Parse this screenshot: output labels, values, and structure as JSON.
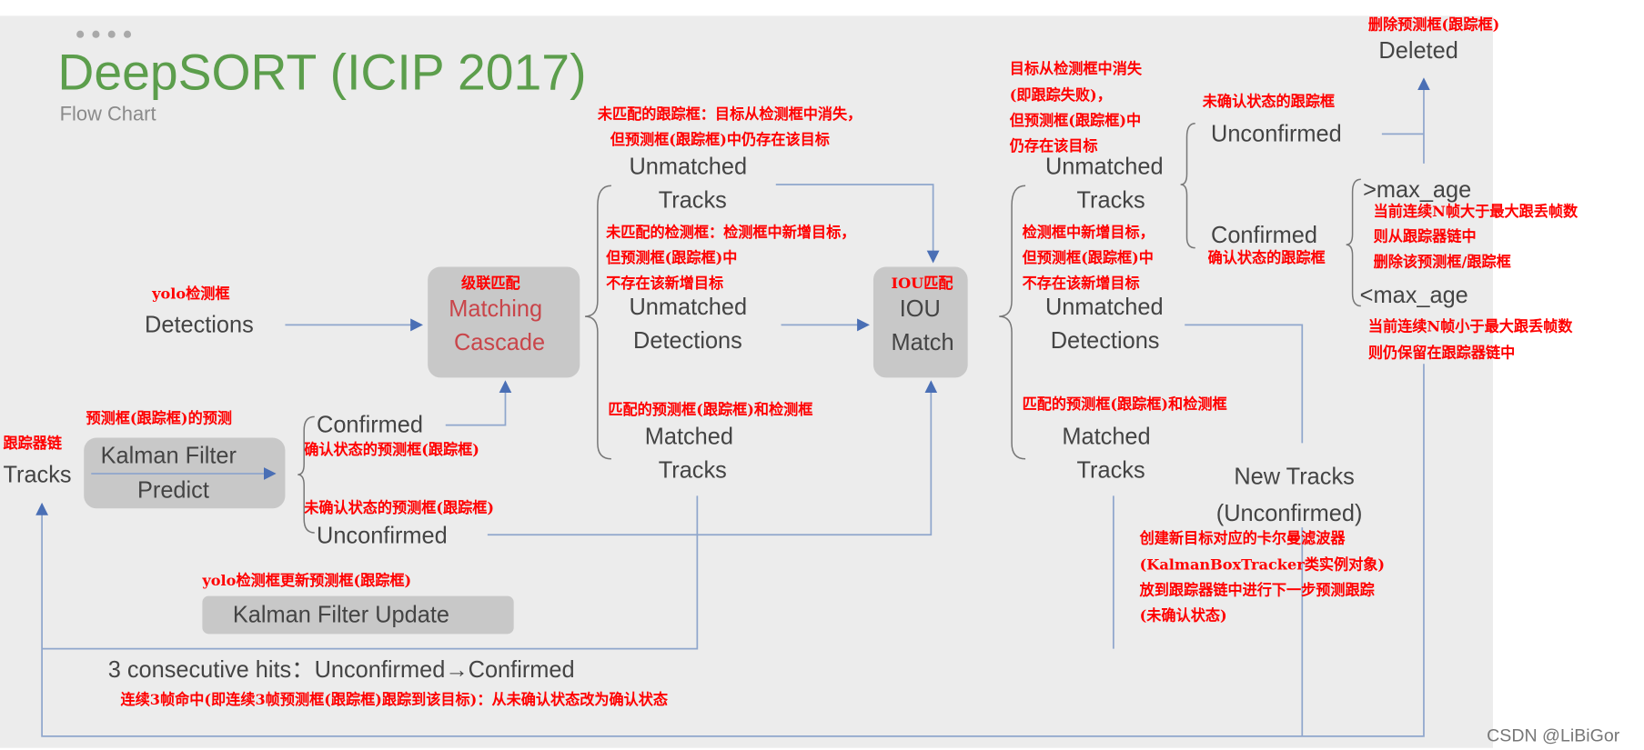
{
  "header": {
    "title": "DeepSORT (ICIP 2017)",
    "subtitle": "Flow Chart"
  },
  "colors": {
    "title": "#5c9e4c",
    "annotation": "#ff0000",
    "arrow": "#8fa6cc",
    "box": "#c8c8c8",
    "matching_text": "#c9454a"
  },
  "nodes": {
    "detections": "Detections",
    "matching": [
      "Matching",
      "Cascade"
    ],
    "iou": [
      "IOU",
      "Match"
    ],
    "tracks": "Tracks",
    "kf_predict": [
      "Kalman Filter",
      "Predict"
    ],
    "kf_update": "Kalman Filter Update",
    "confirmed_left": "Confirmed",
    "unconfirmed_left": "Unconfirmed",
    "unmatched_tracks_1": [
      "Unmatched",
      "Tracks"
    ],
    "unmatched_detections_1": [
      "Unmatched",
      "Detections"
    ],
    "matched_tracks_1": [
      "Matched",
      "Tracks"
    ],
    "unmatched_tracks_2": [
      "Unmatched",
      "Tracks"
    ],
    "unmatched_detections_2": [
      "Unmatched",
      "Detections"
    ],
    "matched_tracks_2": [
      "Matched",
      "Tracks"
    ],
    "unconfirmed_right": "Unconfirmed",
    "confirmed_right": "Confirmed",
    "deleted": "Deleted",
    "gt_max_age": ">max_age",
    "lt_max_age": "<max_age",
    "new_tracks": [
      "New Tracks",
      "(Unconfirmed)"
    ],
    "consecutive": "3 consecutive hits：Unconfirmed→Confirmed"
  },
  "annotations": {
    "yolo_det": "yolo检测框",
    "cascade": "级联匹配",
    "iou": "IOU匹配",
    "tracker_chain": "跟踪器链",
    "predict": "预测框(跟踪框)的预测",
    "confirmed_pred": "确认状态的预测框(跟踪框)",
    "unconfirmed_pred": "未确认状态的预测框(跟踪框)",
    "update": "yolo检测框更新预测框(跟踪框)",
    "unmatched_tracks_1": [
      "未匹配的跟踪框：目标从检测框中消失，",
      "但预测框(跟踪框)中仍存在该目标"
    ],
    "unmatched_det_1": [
      "未匹配的检测框：检测框中新增目标，",
      "但预测框(跟踪框)中",
      "不存在该新增目标"
    ],
    "matched_1": "匹配的预测框(跟踪框)和检测框",
    "unmatched_tracks_2": [
      "目标从检测框中消失",
      "(即跟踪失败)，",
      "但预测框(跟踪框)中",
      "仍存在该目标"
    ],
    "unmatched_det_2": [
      "检测框中新增目标，",
      "但预测框(跟踪框)中",
      "不存在该新增目标"
    ],
    "matched_2": "匹配的预测框(跟踪框)和检测框",
    "unconfirmed_track": "未确认状态的跟踪框",
    "confirmed_track": "确认状态的跟踪框",
    "deleted": "删除预测框(跟踪框)",
    "gt": [
      "当前连续N帧大于最大跟丢帧数",
      "则从跟踪器链中",
      "删除该预测框/跟踪框"
    ],
    "lt": [
      "当前连续N帧小于最大跟丢帧数",
      "则仍保留在跟踪器链中"
    ],
    "new_tracks": [
      "创建新目标对应的卡尔曼滤波器",
      "(KalmanBoxTracker类实例对象)",
      "放到跟踪器链中进行下一步预测跟踪",
      "(未确认状态)"
    ],
    "consecutive": "连续3帧命中(即连续3帧预测框(跟踪框)跟踪到该目标)：从未确认状态改为确认状态"
  },
  "watermark": "CSDN @LiBiGor"
}
